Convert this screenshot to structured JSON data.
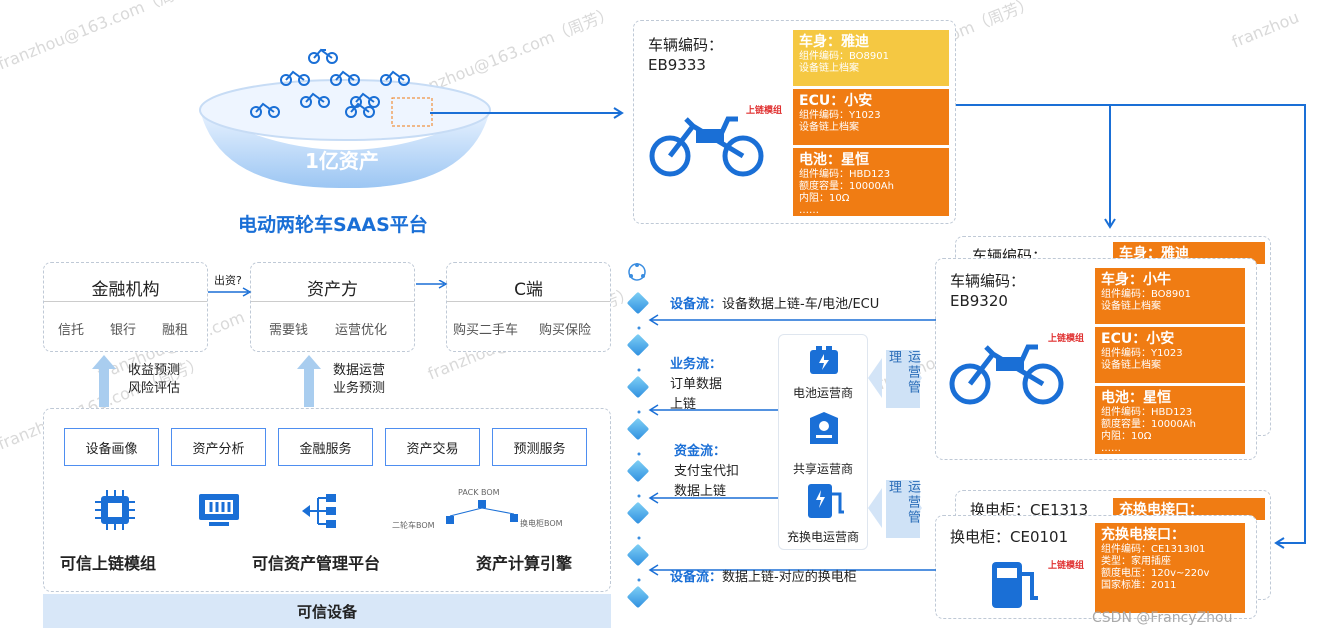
{
  "colors": {
    "accent": "#1a6fd6",
    "orange": "#f07c13",
    "yellow": "#f5c842",
    "cube": "#2f8fe0"
  },
  "watermark": "franzhou@163.com（周芳）",
  "csdn": "CSDN @FrancyZhou",
  "bowl": {
    "label": "1亿资产",
    "platform": "电动两轮车SAAS平台"
  },
  "vehicle_top": {
    "title": "车辆编码：",
    "code": "EB9333",
    "tag": "上链模组",
    "cards": [
      {
        "head": "车身：雅迪",
        "lines": [
          "组件编码：BO8901",
          "设备链上档案"
        ]
      },
      {
        "head": "ECU：小安",
        "lines": [
          "组件编码：Y1023",
          "设备链上档案"
        ]
      },
      {
        "head": "电池：星恒",
        "lines": [
          "组件编码：HBD123",
          "额度容量：10000Ah",
          "内阻：10Ω",
          "……"
        ]
      }
    ]
  },
  "vehicle_mid": {
    "back_title": "车辆编码：",
    "back_card": "车身：雅迪",
    "title": "车辆编码：",
    "code": "EB9320",
    "tag": "上链模组",
    "cards": [
      {
        "head": "车身：小牛",
        "lines": [
          "组件编码：BO8901",
          "设备链上档案"
        ]
      },
      {
        "head": "ECU：小安",
        "lines": [
          "组件编码：Y1023",
          "设备链上档案"
        ]
      },
      {
        "head": "电池：星恒",
        "lines": [
          "组件编码：HBD123",
          "额度容量：10000Ah",
          "内阻：10Ω",
          "……"
        ]
      }
    ]
  },
  "cabinet": {
    "back_title": "换电柜：CE1313",
    "back_card": "充换电接口：",
    "title": "换电柜：CE0101",
    "tag": "上链模组",
    "card": {
      "head": "充换电接口：",
      "lines": [
        "组件编码：CE1313I01",
        "类型：家用插座",
        "额度电压：120v~220v",
        "国家标准：2011"
      ]
    }
  },
  "parties": [
    {
      "title": "金融机构",
      "items": [
        "信托",
        "银行",
        "融租"
      ]
    },
    {
      "title": "资产方",
      "items": [
        "需要钱",
        "运营优化"
      ]
    },
    {
      "title": "C端",
      "items": [
        "购买二手车",
        "购买保险"
      ]
    }
  ],
  "arrow_label": "出资?",
  "up_labels": [
    [
      "收益预测",
      "风险评估"
    ],
    [
      "数据运营",
      "业务预测"
    ]
  ],
  "services": [
    "设备画像",
    "资产分析",
    "金融服务",
    "资产交易",
    "预测服务"
  ],
  "modules": [
    "可信上链模组",
    "可信资产管理平台",
    "资产计算引擎"
  ],
  "bom": {
    "top": "PACK BOM",
    "left": "二轮车BOM",
    "right": "换电柜BOM"
  },
  "trusted": "可信设备",
  "flows": [
    {
      "k": "设备流：",
      "v": "设备数据上链-车/电池/ECU"
    },
    {
      "k": "业务流：",
      "v": "订单数据",
      "v2": "上链"
    },
    {
      "k": "资金流：",
      "v": "支付宝代扣",
      "v2": "数据上链"
    },
    {
      "k": "设备流：",
      "v": "数据上链-对应的换电柜"
    }
  ],
  "operators": [
    "电池运营商",
    "共享运营商",
    "充换电运营商"
  ],
  "ops_label": "运营管理"
}
